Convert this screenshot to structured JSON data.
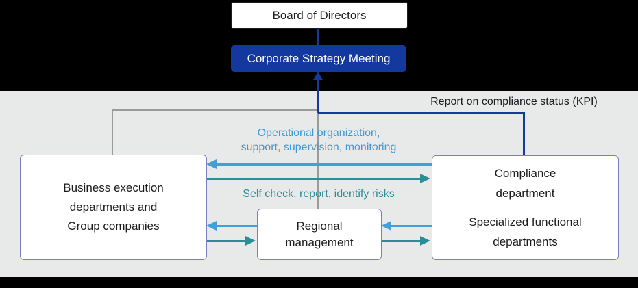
{
  "colors": {
    "page_background": "#000000",
    "canvas_background": "#e8eaea",
    "dark_blue_line": "#16399e",
    "strategy_box_fill": "#13399e",
    "gray_line": "#9b9b9b",
    "light_blue_arrow": "#41a0da",
    "teal_arrow": "#2d8d95",
    "node_border": "#7f7cc2"
  },
  "nodes": {
    "board": {
      "label": "Board of Directors"
    },
    "strategy": {
      "label": "Corporate Strategy Meeting"
    },
    "business": {
      "lines": [
        "Business execution",
        "departments and",
        "Group companies"
      ]
    },
    "regional": {
      "lines": [
        "Regional",
        "management"
      ]
    },
    "compliance": {
      "top_lines": [
        "Compliance",
        "department"
      ],
      "bottom_lines": [
        "Specialized functional",
        "departments"
      ]
    }
  },
  "labels": {
    "kpi": "Report on compliance status (KPI)",
    "operational": {
      "line1": "Operational organization,",
      "line2": "support, supervision, monitoring"
    },
    "self_check": "Self check, report, identify risks"
  }
}
